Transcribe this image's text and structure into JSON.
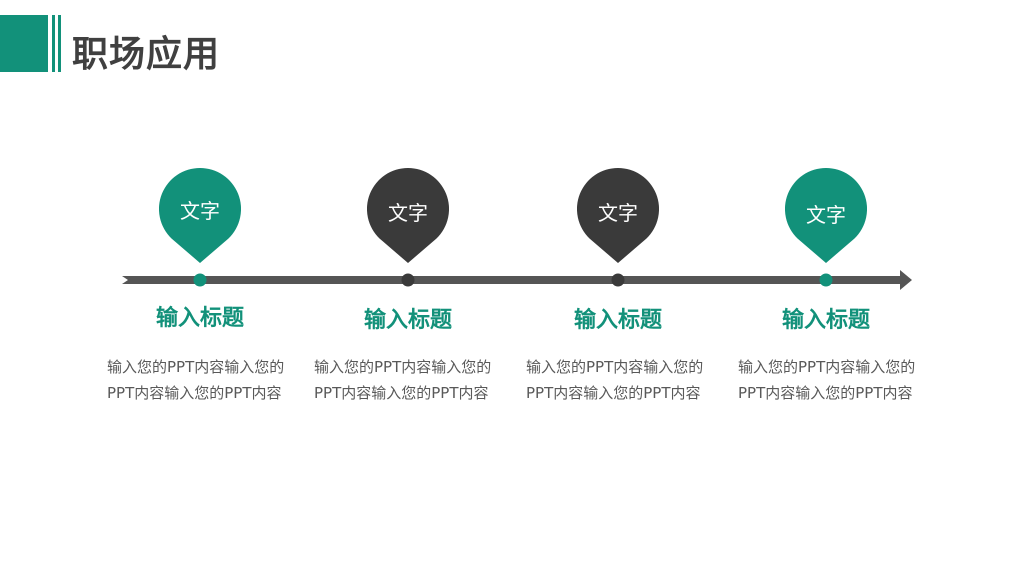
{
  "header": {
    "title": "职场应用"
  },
  "colors": {
    "accent": "#12917a",
    "dark": "#3a3a3a",
    "line": "#555555",
    "title_text": "#404040",
    "body_text": "#595959"
  },
  "steps": [
    {
      "pin_label": "文字",
      "pin_color": "accent",
      "title": "输入标题",
      "description": "输入您的PPT内容输入您的PPT内容输入您的PPT内容"
    },
    {
      "pin_label": "文字",
      "pin_color": "dark",
      "title": "输入标题",
      "description": "输入您的PPT内容输入您的PPT内容输入您的PPT内容"
    },
    {
      "pin_label": "文字",
      "pin_color": "dark",
      "title": "输入标题",
      "description": "输入您的PPT内容输入您的PPT内容输入您的PPT内容"
    },
    {
      "pin_label": "文字",
      "pin_color": "accent",
      "title": "输入标题",
      "description": "输入您的PPT内容输入您的PPT内容输入您的PPT内容"
    }
  ]
}
